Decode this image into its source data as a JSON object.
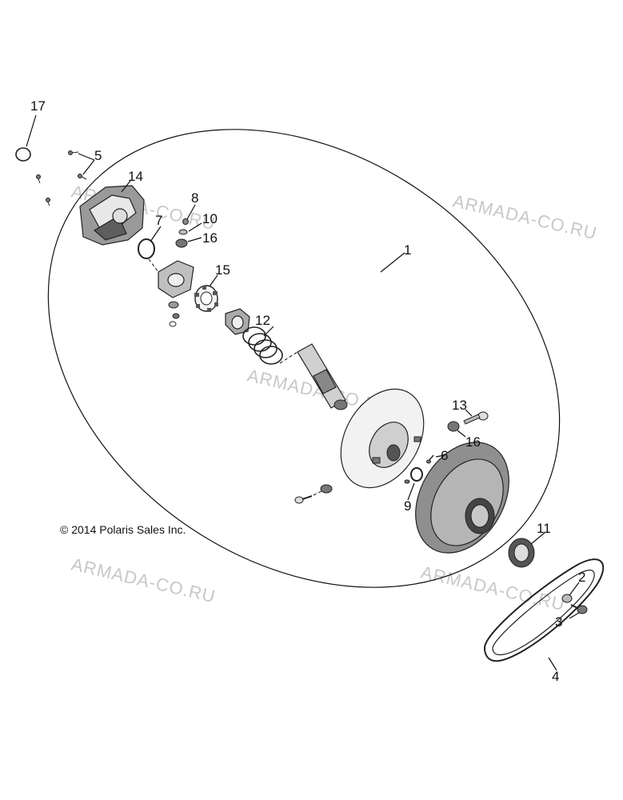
{
  "copyright": "© 2014 Polaris Sales Inc.",
  "watermark": "ARMADA-CO.RU",
  "callouts": {
    "c1": "1",
    "c2": "2",
    "c3": "3",
    "c4": "4",
    "c5": "5",
    "c6": "6",
    "c7": "7",
    "c8": "8",
    "c9": "9",
    "c10": "10",
    "c11": "11",
    "c12": "12",
    "c13": "13",
    "c14": "14",
    "c15": "15",
    "c16a": "16",
    "c16b": "16",
    "c17": "17"
  },
  "colors": {
    "line": "#111111",
    "metal": "#8a8a8a",
    "dark": "#6a6a6a",
    "watermark": "#c8c8c8"
  }
}
